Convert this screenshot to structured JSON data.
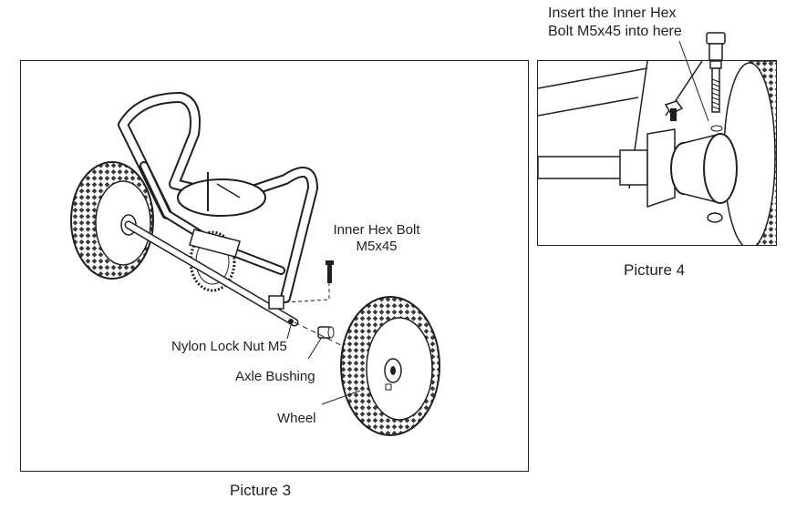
{
  "picture3": {
    "caption": "Picture 3",
    "labels": {
      "bolt_line1": "Inner Hex Bolt",
      "bolt_line2": "M5x45",
      "nut": "Nylon Lock Nut M5",
      "bushing": "Axle Bushing",
      "wheel": "Wheel"
    }
  },
  "picture4": {
    "caption": "Picture 4",
    "instruction_line1": "Insert the Inner Hex",
    "instruction_line2": "Bolt M5x45 into here"
  },
  "colors": {
    "ink": "#231f20",
    "tire": "#3a3a3a",
    "paper": "#ffffff"
  }
}
